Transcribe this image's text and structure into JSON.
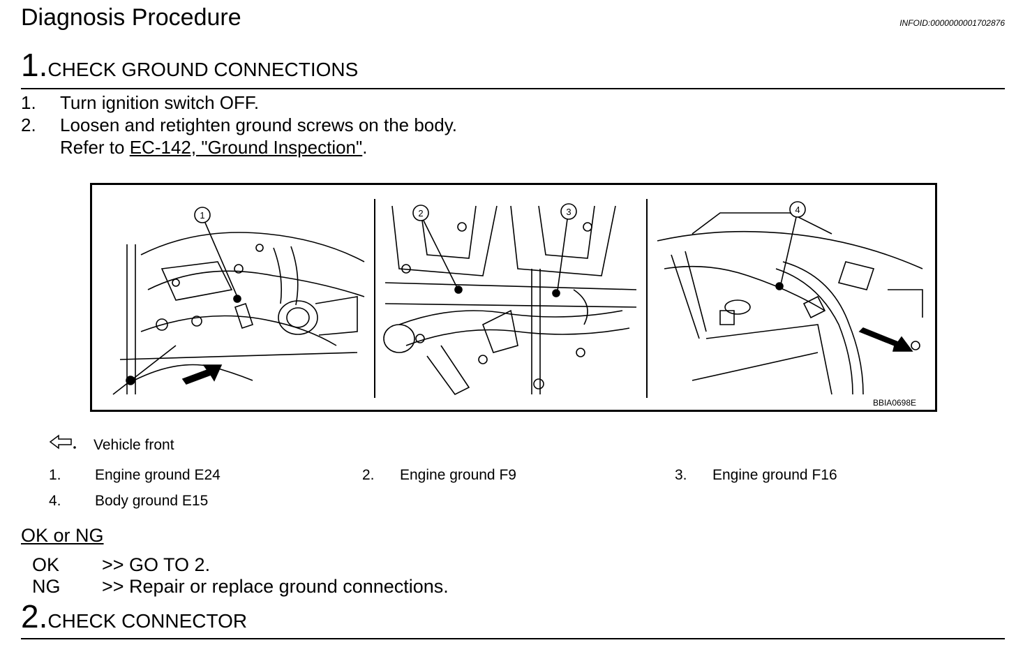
{
  "header": {
    "title": "Diagnosis Procedure",
    "infoid": "INFOID:0000000001702876"
  },
  "step1": {
    "number": "1.",
    "heading": "CHECK GROUND CONNECTIONS",
    "items": [
      {
        "num": "1.",
        "text": "Turn ignition switch OFF."
      },
      {
        "num": "2.",
        "text": "Loosen and retighten ground screws on the body."
      }
    ],
    "refer_prefix": "Refer to ",
    "refer_link": "EC-142, \"Ground Inspection\"",
    "refer_suffix": "."
  },
  "figure": {
    "code": "BBIA0698E",
    "callouts": [
      "1",
      "2",
      "3",
      "4"
    ]
  },
  "legend": {
    "front_label": "Vehicle front",
    "items": [
      {
        "num": "1.",
        "text": "Engine ground E24"
      },
      {
        "num": "2.",
        "text": "Engine ground F9"
      },
      {
        "num": "3.",
        "text": "Engine ground F16"
      },
      {
        "num": "4.",
        "text": "Body ground E15"
      }
    ]
  },
  "result": {
    "title": "OK or NG",
    "rows": [
      {
        "code": "OK",
        "text": ">> GO TO 2."
      },
      {
        "code": "NG",
        "text": ">> Repair or replace ground connections."
      }
    ]
  },
  "step2": {
    "number": "2.",
    "heading": "CHECK CONNECTOR"
  }
}
